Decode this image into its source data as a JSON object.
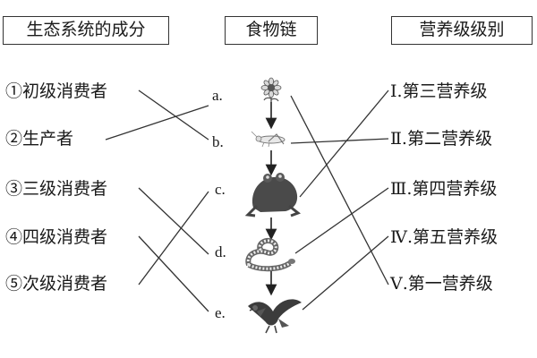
{
  "headers": {
    "components": "生态系统的成分",
    "food_chain": "食物链",
    "trophic_levels": "营养级级别"
  },
  "components": [
    "①初级消费者",
    "②生产者",
    "③三级消费者",
    "④四级消费者",
    "⑤次级消费者"
  ],
  "organisms": [
    {
      "letter": "a.",
      "icon": "sunflower-icon"
    },
    {
      "letter": "b.",
      "icon": "grasshopper-icon"
    },
    {
      "letter": "c.",
      "icon": "frog-icon"
    },
    {
      "letter": "d.",
      "icon": "snake-icon"
    },
    {
      "letter": "e.",
      "icon": "eagle-icon"
    }
  ],
  "trophic_levels": [
    "Ⅰ.第三营养级",
    "Ⅱ.第二营养级",
    "Ⅲ.第四营养级",
    "Ⅳ.第五营养级",
    "Ⅴ.第一营养级"
  ],
  "links_left": [
    {
      "component": 0,
      "organism": 1
    },
    {
      "component": 1,
      "organism": 0
    },
    {
      "component": 2,
      "organism": 3
    },
    {
      "component": 3,
      "organism": 4
    },
    {
      "component": 4,
      "organism": 2
    }
  ],
  "links_right": [
    {
      "organism": 0,
      "level": 4
    },
    {
      "organism": 1,
      "level": 1
    },
    {
      "organism": 2,
      "level": 0
    },
    {
      "organism": 3,
      "level": 2
    },
    {
      "organism": 4,
      "level": 3
    }
  ]
}
